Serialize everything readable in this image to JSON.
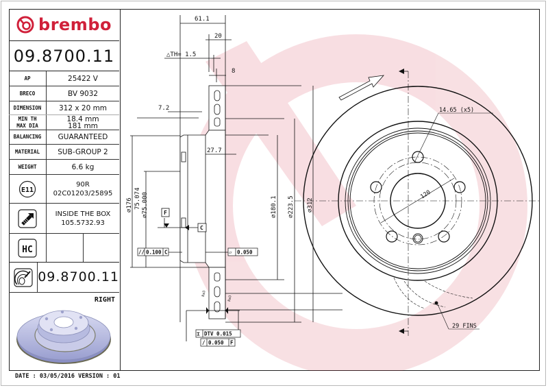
{
  "brand": {
    "name": "brembo",
    "color": "#d0203a"
  },
  "part_number": "09.8700.11",
  "specs": [
    {
      "key": "AP",
      "value": "25422 V"
    },
    {
      "key": "BRECO",
      "value": "BV 9032"
    },
    {
      "key": "DIMENSION",
      "value": "312 x 20 mm"
    },
    {
      "key": "MIN TH",
      "key2": "MAX DIA",
      "value": "18.4 mm",
      "value2": "181 mm"
    },
    {
      "key": "BALANCING",
      "value": "GUARANTEED"
    },
    {
      "key": "MATERIAL",
      "value": "SUB-GROUP 2"
    },
    {
      "key": "WEIGHT",
      "value": "6.6 kg"
    }
  ],
  "approval": {
    "icon": "e11-approval-icon",
    "badge": "E11",
    "line1": "90R",
    "line2": "02C01203/25895"
  },
  "hardware": {
    "icon": "screw-icon",
    "line1": "INSIDE THE BOX",
    "line2": "105.5732.93"
  },
  "hc": {
    "icon": "hc-icon",
    "badge": "HC"
  },
  "disc_code": {
    "icon": "disc-caliper-icon",
    "value": "09.8700.11"
  },
  "side": "RIGHT",
  "footer": "DATE : 03/05/2016 VERSION : 01",
  "dimensions": {
    "overall_height": "61.1",
    "thickness": "20",
    "delta_th": "△TH= 1.5",
    "vent_width": "8",
    "hat_offset": "7.2",
    "hat_depth": "27.7",
    "dia_176": "⌀176",
    "dia_75_074": "75.074",
    "dia_75_000": "⌀75.000",
    "dia_180_1": "⌀180.1",
    "dia_223_5": "⌀223.5",
    "dia_312": "⌀312",
    "datum_f": "F",
    "datum_c": "C",
    "parallelism": {
      "symbol": "//",
      "value": "0.100",
      "datum": "C"
    },
    "flatness": {
      "symbol": "▱",
      "value": "0.050"
    },
    "dtv": {
      "symbol": "⌶",
      "value": "DTV 0.015"
    },
    "runout": {
      "symbol": "/",
      "value": "0.050",
      "datum": "F"
    },
    "roughness_left": "Ra3",
    "roughness_right": "Ra3",
    "bolt_hole": "14.65 (x5)",
    "pcd": "120",
    "fins": "29 FINS"
  }
}
